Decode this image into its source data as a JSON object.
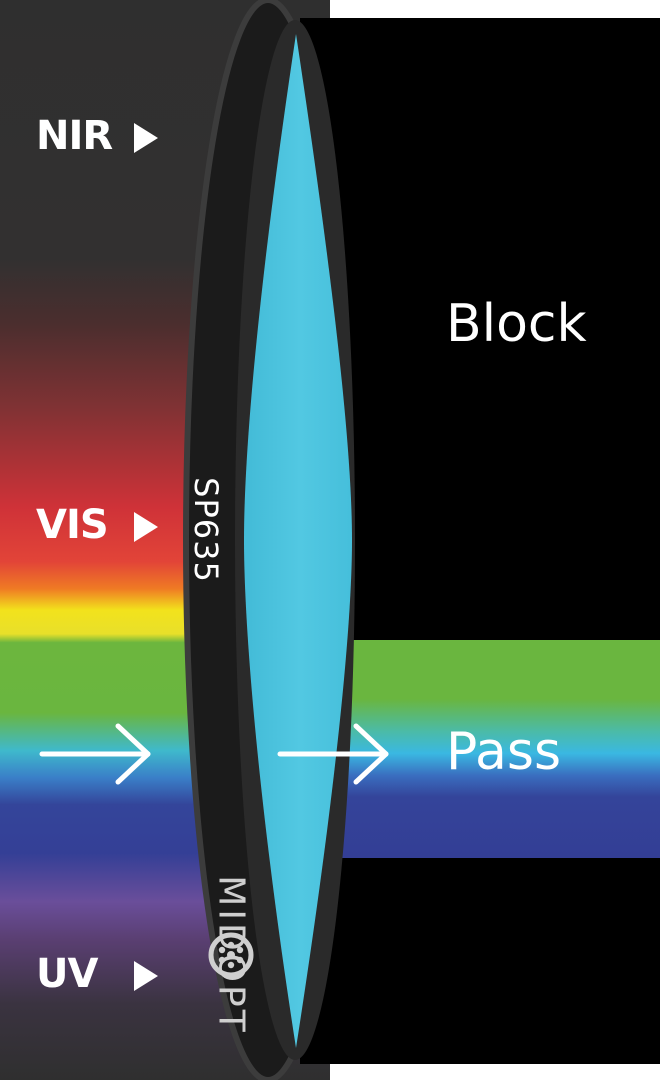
{
  "labels": {
    "nir": "NIR",
    "vis": "VIS",
    "uv": "UV",
    "block": "Block",
    "pass": "Pass",
    "filter_code": "SP635",
    "brand": "MIDOPT"
  },
  "icons": {
    "band_marker": "triangle-right-icon",
    "beam_arrow": "arrow-right-icon"
  },
  "colors": {
    "background_dark": "#2e2e2e",
    "block_region": "#000000",
    "lens_glass": "#4fc6e0",
    "filter_ring": "#1a1a1a",
    "ring_outline": "#3a3a3a",
    "spectrum_red": "#d8343a",
    "spectrum_orange": "#f07a22",
    "spectrum_yellow": "#f2e21c",
    "spectrum_green": "#6ab63f",
    "spectrum_cyan": "#3ab0e0",
    "spectrum_blue": "#323f96",
    "spectrum_violet": "#7a4aa0",
    "text": "#ffffff"
  }
}
